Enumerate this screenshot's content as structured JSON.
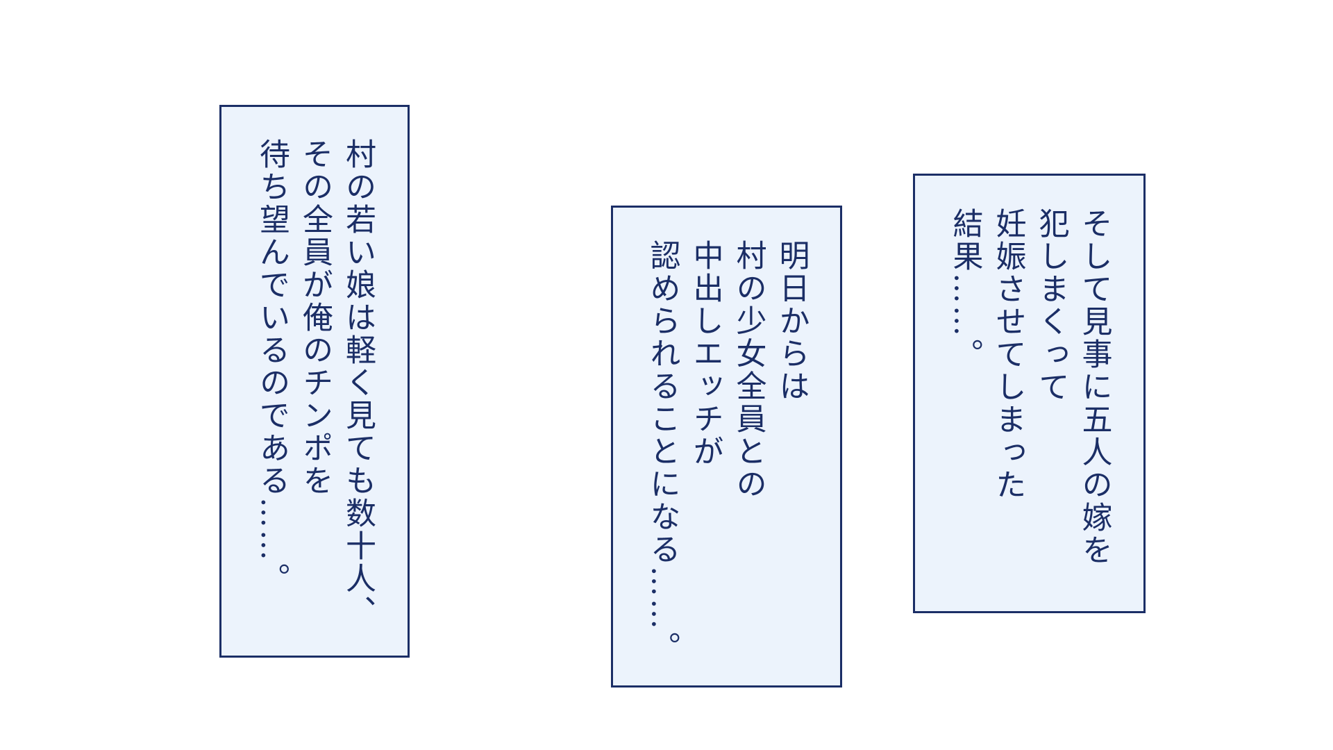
{
  "captions": {
    "left": {
      "lines": [
        "村の若い娘は軽く見ても数十人、",
        "その全員が俺のチンポを",
        "待ち望んでいるのである……。"
      ]
    },
    "middle": {
      "lines": [
        "明日からは",
        "村の少女全員との",
        "中出しエッチが",
        "認められることになる……。"
      ]
    },
    "right": {
      "lines": [
        "そして見事に五人の嫁を",
        "犯しまくって",
        "妊娠させてしまった",
        "結果……。"
      ]
    }
  },
  "colors": {
    "box_fill": "#ecf3fc",
    "box_border": "#1b2e66",
    "text": "#1b2e66",
    "background": "#ffffff"
  }
}
